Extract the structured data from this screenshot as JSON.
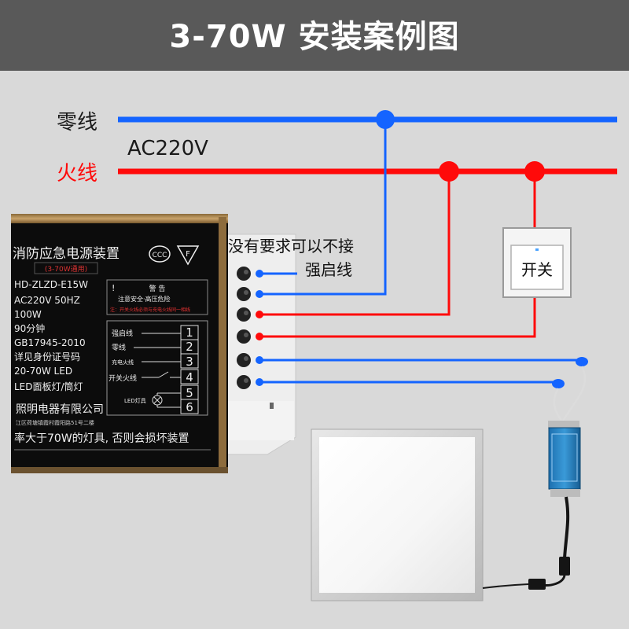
{
  "title": "3-70W 安装案例图",
  "lines": {
    "neutral_label": "零线",
    "live_label": "火线",
    "voltage_label": "AC220V",
    "neutral_color": "#1464ff",
    "live_color": "#ff0a0a"
  },
  "note": {
    "line1": "没有要求可以不接",
    "line2": "强启线"
  },
  "switch": {
    "label": "开关"
  },
  "device": {
    "name": "消防应急电源装置",
    "badge": "(3-70W通用)",
    "warning_title": "警 告",
    "warning_line": "注意安全·高压危险",
    "warning_red": "注：开关火线必须与充电火线同一相线",
    "specs": [
      "HD-ZLZD-E15W",
      "AC220V 50HZ",
      "100W",
      "90分钟",
      "GB17945-2010",
      "详见身份证号码",
      "20-70W LED",
      "LED面板灯/筒灯"
    ],
    "manufacturer": "照明电器有限公司",
    "address": "江区荷塘镇霞村霞阳路51号二楼",
    "bottom_warning": "率大于70W的灯具, 否则会损坏装置",
    "terminals": [
      {
        "num": "1",
        "label": "强启线"
      },
      {
        "num": "2",
        "label": "零线"
      },
      {
        "num": "3",
        "label": "充电火线"
      },
      {
        "num": "4",
        "label": "开关火线"
      },
      {
        "num": "5",
        "label": "LED灯具"
      },
      {
        "num": "6",
        "label": ""
      }
    ]
  }
}
